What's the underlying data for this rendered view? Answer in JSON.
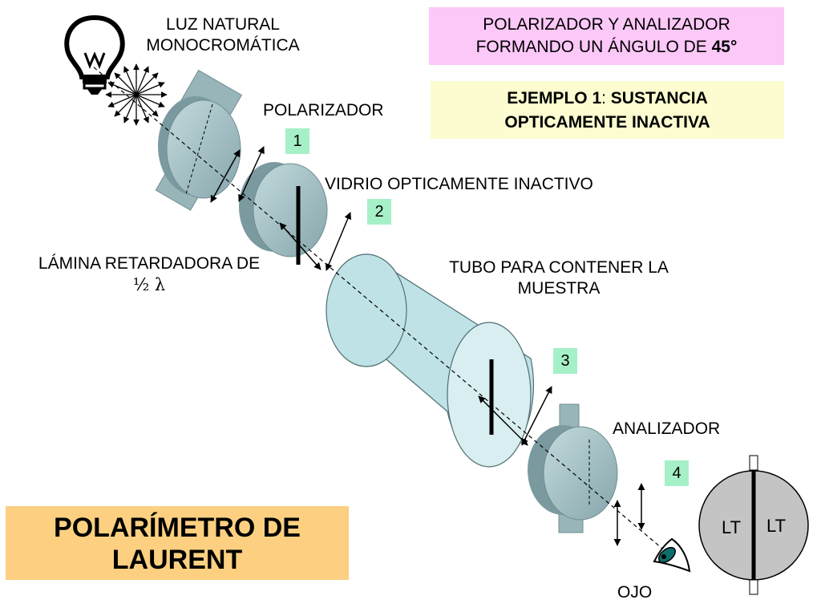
{
  "labels": {
    "light": [
      "LUZ NATURAL",
      "MONOCROMÁTICA"
    ],
    "polarizer": "POLARIZADOR",
    "glass": "VIDRIO OPTICAMENTE INACTIVO",
    "plate": [
      "LÁMINA RETARDADORA DE",
      "½ λ"
    ],
    "tube": [
      "TUBO PARA CONTENER LA",
      "MUESTRA"
    ],
    "analyzer": "ANALIZADOR",
    "eye": "OJO",
    "field_left": "LT",
    "field_right": "LT"
  },
  "angle_box": {
    "line1": "POLARIZADOR Y ANALIZADOR",
    "line2_prefix": "FORMANDO UN ÁNGULO DE ",
    "line2_value": "45°"
  },
  "example_box": {
    "prefix": "EJEMPLO 1",
    "separator": ": ",
    "rest": "SUSTANCIA",
    "line2": "OPTICAMENTE INACTIVA"
  },
  "title": [
    "POLARÍMETRO DE",
    "LAURENT"
  ],
  "steps": [
    "1",
    "2",
    "3",
    "4"
  ],
  "colors": {
    "component_fill": "#a8c4c8",
    "component_dark": "#7b9aa0",
    "tube_fill": "#bfe2e6",
    "tube_end": "#d8eef0",
    "field_fill": "#c4c4c4",
    "number_box": "#a6f0c8",
    "angle_box": "#fcc8f8",
    "example_box": "#fcfcd0",
    "title_box": "#fcd080"
  },
  "icons": [
    "light-bulb-icon",
    "eye-icon"
  ]
}
